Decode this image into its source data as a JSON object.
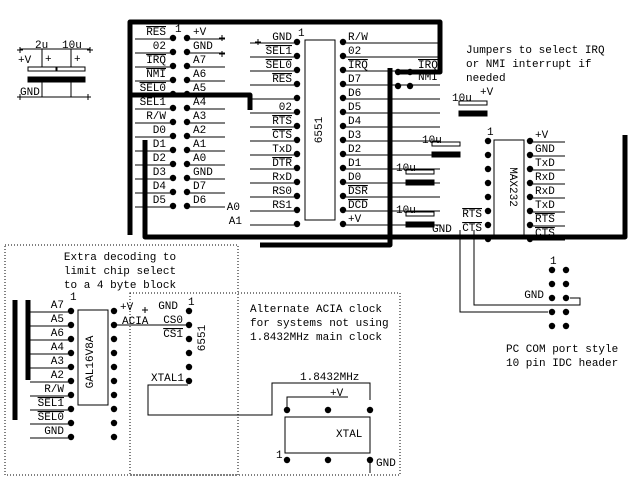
{
  "caps_block": {
    "labels": {
      "vplus": "+V",
      "gnd": "GND",
      "c1": "2u",
      "c2": "10u",
      "plus": "+"
    }
  },
  "header_40pin": {
    "pin1": "1",
    "left": [
      "RES",
      "02",
      "IRQ",
      "NMI",
      "SEL0",
      "SEL1",
      "R/W",
      "D0",
      "D1",
      "D2",
      "D3",
      "D4",
      "D5"
    ],
    "left_overbar": [
      true,
      false,
      true,
      true,
      true,
      true,
      false,
      false,
      false,
      false,
      false,
      false,
      false
    ],
    "right": [
      "+V",
      "GND",
      "A7",
      "A6",
      "A5",
      "A4",
      "A3",
      "A2",
      "A1",
      "A0",
      "GND",
      "D7",
      "D6"
    ],
    "addr_labels": [
      "A0",
      "A1"
    ]
  },
  "acia_6551": {
    "name": "6551",
    "pin1": "1",
    "left": [
      "GND",
      "SEL1",
      "SEL0",
      "RES",
      "",
      "02",
      "RTS",
      "CTS",
      "TxD",
      "DTR",
      "RxD",
      "RS0",
      "RS1"
    ],
    "left_overbar": [
      false,
      true,
      true,
      true,
      false,
      false,
      true,
      true,
      false,
      true,
      false,
      false,
      false
    ],
    "right": [
      "R/W",
      "02",
      "IRQ",
      "D7",
      "D6",
      "D5",
      "D4",
      "D3",
      "D2",
      "D1",
      "D0",
      "DSR",
      "DCD",
      "+V"
    ],
    "right_overbar": [
      false,
      false,
      true,
      false,
      false,
      false,
      false,
      false,
      false,
      false,
      false,
      true,
      true,
      false
    ]
  },
  "jumpers": {
    "labels": [
      "IRQ",
      "NMI"
    ],
    "note": [
      "Jumpers to select IRQ",
      "or NMI interrupt if",
      "needed"
    ]
  },
  "max232": {
    "name": "MAX232",
    "pin1": "1",
    "right": [
      "+V",
      "GND",
      "TxD",
      "RxD",
      "RxD",
      "TxD",
      "RTS",
      "CTS"
    ],
    "right_overbar": [
      false,
      false,
      false,
      false,
      false,
      false,
      true,
      true
    ],
    "left_signals": [
      "RTS",
      "CTS"
    ],
    "caps": [
      "10u",
      "10u",
      "10u",
      "10u"
    ],
    "vplus": "+V",
    "gnd": "GND",
    "plus": "+"
  },
  "idc_header": {
    "pin1": "1",
    "gnd": "GND",
    "note": [
      "PC COM port style",
      "10 pin IDC header"
    ]
  },
  "decoder": {
    "note": [
      "Extra decoding to",
      "limit chip select",
      "to a 4 byte block"
    ],
    "chip": "GAL16V8A",
    "pin1": "1",
    "left": [
      "A7",
      "A5",
      "A6",
      "A4",
      "A3",
      "A2",
      "R/W",
      "SEL1",
      "SEL0",
      "GND"
    ],
    "left_overbar": [
      false,
      false,
      false,
      false,
      false,
      false,
      false,
      true,
      true,
      false
    ],
    "right_labels": {
      "vplus": "+V",
      "acia": "ACIA"
    },
    "acia_pins": [
      "GND",
      "CS0",
      "CS1"
    ],
    "acia_name": "6551",
    "xtal_pin": "XTAL1"
  },
  "alt_clock": {
    "note": [
      "Alternate ACIA clock",
      "for systems not using",
      "1.8432MHz main clock"
    ],
    "freq": "1.8432MHz",
    "vplus": "+V",
    "xtal": "XTAL",
    "pin1": "1",
    "gnd": "GND"
  }
}
